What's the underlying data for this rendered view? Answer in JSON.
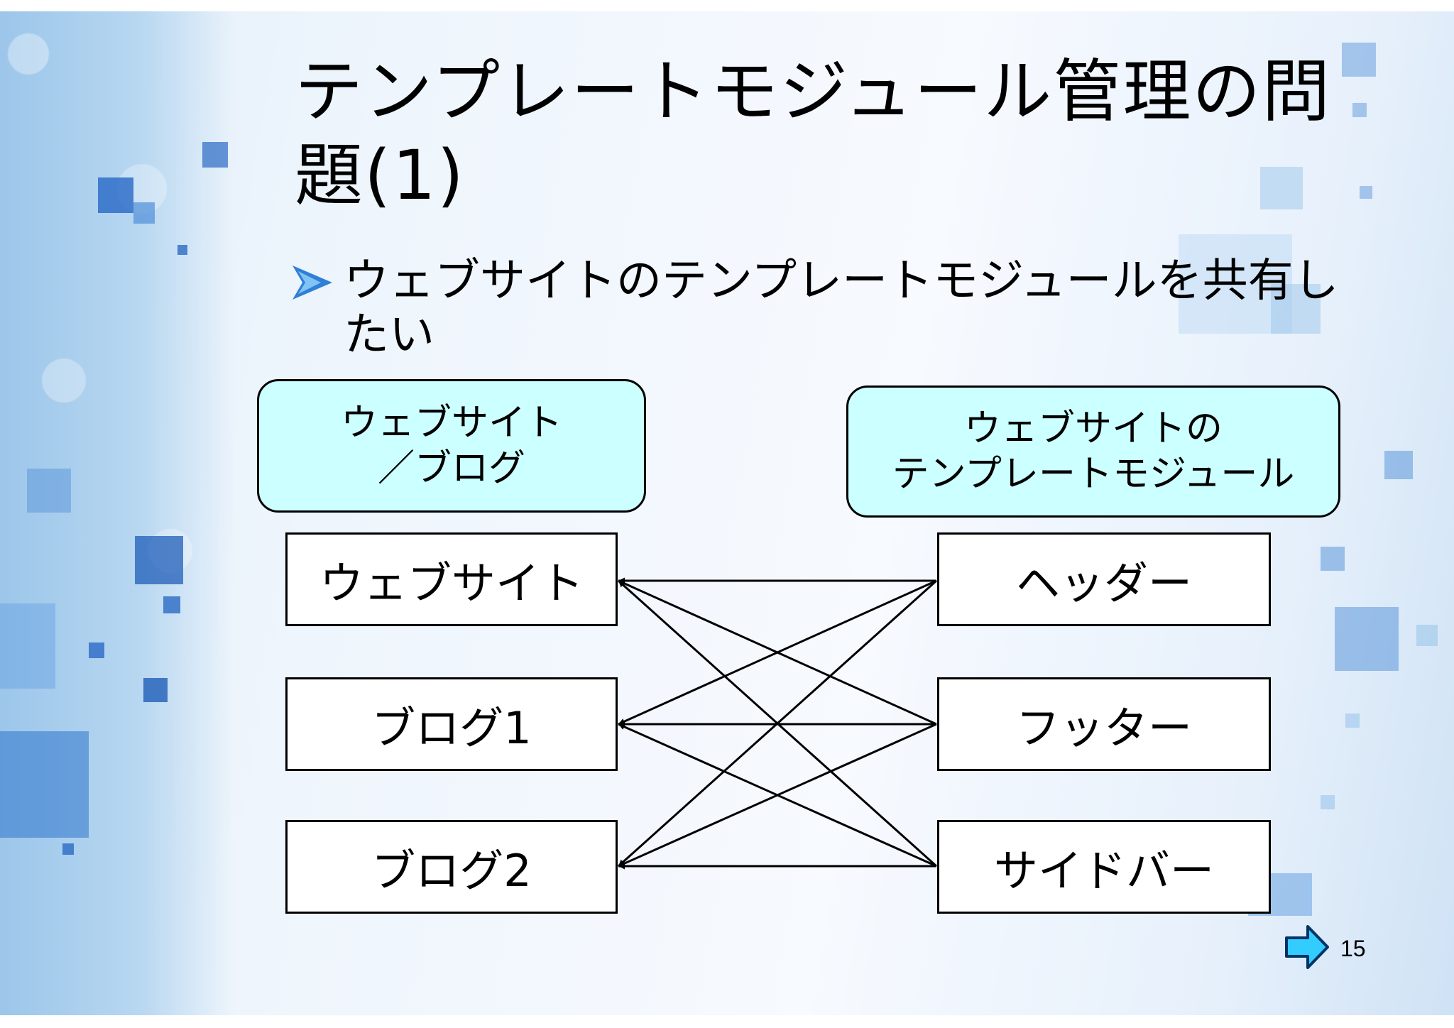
{
  "slide": {
    "title": "テンプレートモジュール管理の問題(1)",
    "bullet": "ウェブサイトのテンプレートモジュールを共有したい",
    "page_number": "15"
  },
  "diagram": {
    "left_header": "ウェブサイト\n／ブログ",
    "right_header": "ウェブサイトの\nテンプレートモジュール",
    "left_nodes": [
      "ウェブサイト",
      "ブログ1",
      "ブログ2"
    ],
    "right_nodes": [
      "ヘッダー",
      "フッター",
      "サイドバー"
    ],
    "edges": [
      {
        "from": "ヘッダー",
        "to": "ウェブサイト"
      },
      {
        "from": "ヘッダー",
        "to": "ブログ1"
      },
      {
        "from": "ヘッダー",
        "to": "ブログ2"
      },
      {
        "from": "フッター",
        "to": "ウェブサイト"
      },
      {
        "from": "フッター",
        "to": "ブログ1"
      },
      {
        "from": "フッター",
        "to": "ブログ2"
      },
      {
        "from": "サイドバー",
        "to": "ウェブサイト"
      },
      {
        "from": "サイドバー",
        "to": "ブログ1"
      },
      {
        "from": "サイドバー",
        "to": "ブログ2"
      }
    ]
  },
  "colors": {
    "header_fill": "#ccffff",
    "node_fill": "#ffffff",
    "line": "#000000",
    "accent_blue": "#2f7fd6",
    "next_arrow_fill": "#33ccff"
  },
  "icons": {
    "bullet": "arrowhead-bullet-icon",
    "next": "next-arrow-icon"
  }
}
